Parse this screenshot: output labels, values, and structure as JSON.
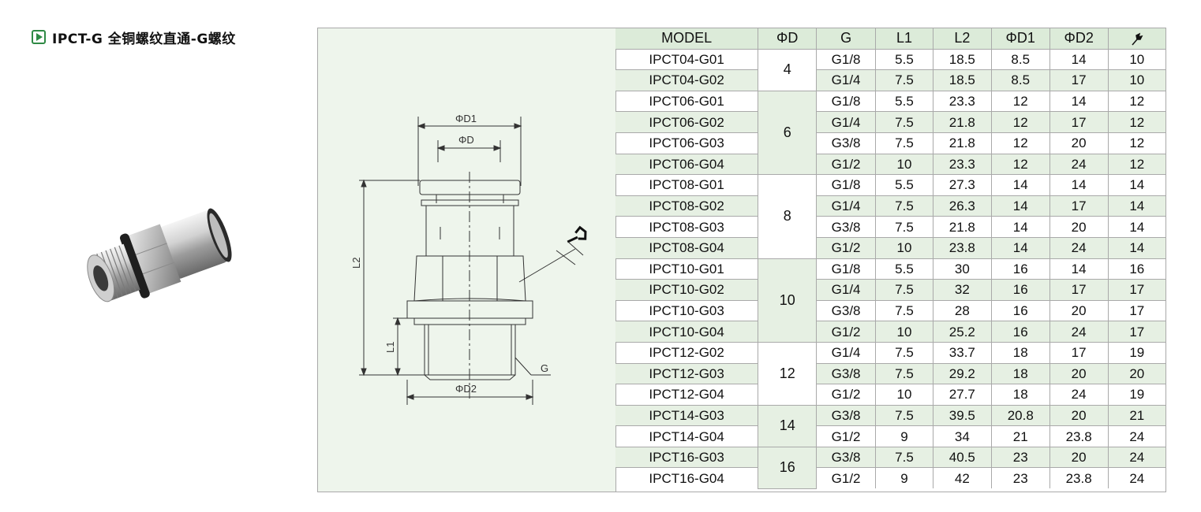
{
  "title": "IPCT-G 全铜螺纹直通-G螺纹",
  "icons": {
    "title_marker": "play-icon",
    "torque_header": "wrench-icon"
  },
  "colors": {
    "accent": "#2f8a45",
    "table_header_bg": "#dcebd9",
    "row_shade": "#e6f0e3",
    "drawing_bg": "#eef5ec",
    "border": "#a9a9a9"
  },
  "drawing": {
    "labels": {
      "d1": "ΦD1",
      "d": "ΦD",
      "l2": "L2",
      "l1": "L1",
      "d2": "ΦD2",
      "g": "G"
    }
  },
  "table": {
    "headers": [
      "MODEL",
      "ΦD",
      "G",
      "L1",
      "L2",
      "ΦD1",
      "ΦD2"
    ],
    "groups": [
      {
        "d": "4",
        "rows": [
          [
            "IPCT04-G01",
            "G1/8",
            "5.5",
            "18.5",
            "8.5",
            "14",
            "10"
          ],
          [
            "IPCT04-G02",
            "G1/4",
            "7.5",
            "18.5",
            "8.5",
            "17",
            "10"
          ]
        ]
      },
      {
        "d": "6",
        "rows": [
          [
            "IPCT06-G01",
            "G1/8",
            "5.5",
            "23.3",
            "12",
            "14",
            "12"
          ],
          [
            "IPCT06-G02",
            "G1/4",
            "7.5",
            "21.8",
            "12",
            "17",
            "12"
          ],
          [
            "IPCT06-G03",
            "G3/8",
            "7.5",
            "21.8",
            "12",
            "20",
            "12"
          ],
          [
            "IPCT06-G04",
            "G1/2",
            "10",
            "23.3",
            "12",
            "24",
            "12"
          ]
        ]
      },
      {
        "d": "8",
        "rows": [
          [
            "IPCT08-G01",
            "G1/8",
            "5.5",
            "27.3",
            "14",
            "14",
            "14"
          ],
          [
            "IPCT08-G02",
            "G1/4",
            "7.5",
            "26.3",
            "14",
            "17",
            "14"
          ],
          [
            "IPCT08-G03",
            "G3/8",
            "7.5",
            "21.8",
            "14",
            "20",
            "14"
          ],
          [
            "IPCT08-G04",
            "G1/2",
            "10",
            "23.8",
            "14",
            "24",
            "14"
          ]
        ]
      },
      {
        "d": "10",
        "rows": [
          [
            "IPCT10-G01",
            "G1/8",
            "5.5",
            "30",
            "16",
            "14",
            "16"
          ],
          [
            "IPCT10-G02",
            "G1/4",
            "7.5",
            "32",
            "16",
            "17",
            "17"
          ],
          [
            "IPCT10-G03",
            "G3/8",
            "7.5",
            "28",
            "16",
            "20",
            "17"
          ],
          [
            "IPCT10-G04",
            "G1/2",
            "10",
            "25.2",
            "16",
            "24",
            "17"
          ]
        ]
      },
      {
        "d": "12",
        "rows": [
          [
            "IPCT12-G02",
            "G1/4",
            "7.5",
            "33.7",
            "18",
            "17",
            "19"
          ],
          [
            "IPCT12-G03",
            "G3/8",
            "7.5",
            "29.2",
            "18",
            "20",
            "20"
          ],
          [
            "IPCT12-G04",
            "G1/2",
            "10",
            "27.7",
            "18",
            "24",
            "19"
          ]
        ]
      },
      {
        "d": "14",
        "rows": [
          [
            "IPCT14-G03",
            "G3/8",
            "7.5",
            "39.5",
            "20.8",
            "20",
            "21"
          ],
          [
            "IPCT14-G04",
            "G1/2",
            "9",
            "34",
            "21",
            "23.8",
            "24"
          ]
        ]
      },
      {
        "d": "16",
        "rows": [
          [
            "IPCT16-G03",
            "G3/8",
            "7.5",
            "40.5",
            "23",
            "20",
            "24"
          ],
          [
            "IPCT16-G04",
            "G1/2",
            "9",
            "42",
            "23",
            "23.8",
            "24"
          ]
        ]
      }
    ]
  }
}
